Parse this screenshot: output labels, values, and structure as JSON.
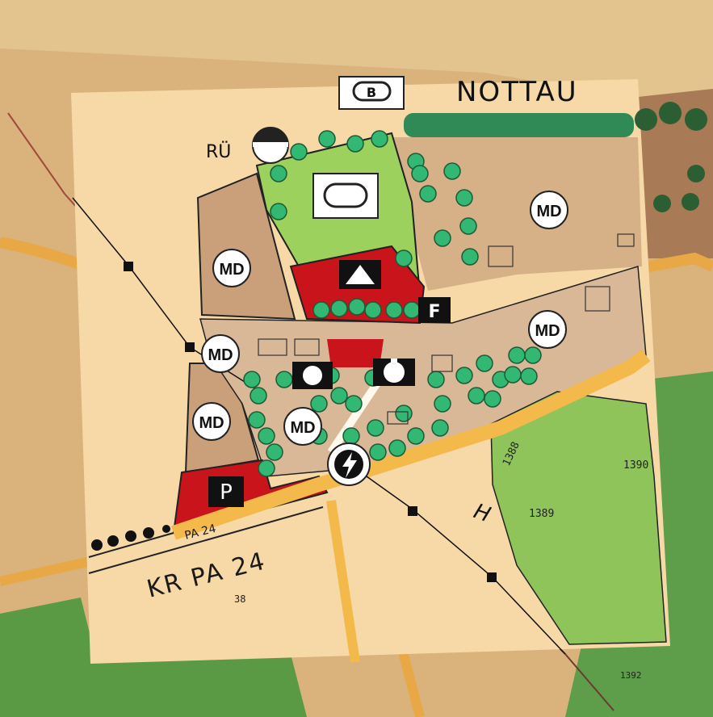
{
  "map": {
    "place_name": "NOTTAU",
    "road_label": "KR PA 24",
    "road_label_small": "PA 24",
    "ru_label": "RÜ",
    "zone_md": "MD",
    "parking_label": "P",
    "f_label": "F",
    "b_label": "B",
    "parcel_numbers": [
      "1388",
      "1389",
      "1390",
      "1392",
      "38"
    ],
    "colors": {
      "paper": "#f6d9a6",
      "background_map": "#d9b27c",
      "forest": "#8fc45a",
      "dark_forest": "#4f8f3c",
      "md_zone": "#c9a07a",
      "red_zone": "#c8141a",
      "green_space": "#9bd15c",
      "tree": "#33b873",
      "road": "#f3b94a"
    },
    "icons": [
      "triangle-icon",
      "lightning-icon",
      "building-icon",
      "chapel-icon",
      "parking-icon"
    ]
  }
}
